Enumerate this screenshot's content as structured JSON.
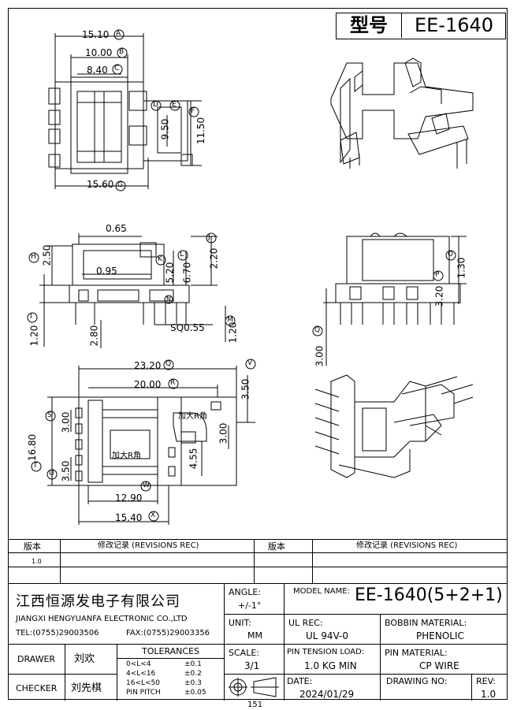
{
  "title_block": {
    "type_label": "型号",
    "model": "EE-1640"
  },
  "top_view": {
    "dims": [
      "15.10",
      "10.00",
      "8.40",
      "11.50",
      "15.60",
      "9.50"
    ],
    "markers": [
      "A",
      "B",
      "C",
      "D",
      "E",
      "F",
      "G"
    ]
  },
  "side_view": {
    "dims": [
      "0.65",
      "2.50",
      "2.20",
      "5.20",
      "6.70",
      "0.95",
      "2.80",
      "1.20",
      "1.20",
      "SQ0.55"
    ],
    "markers": [
      "H",
      "I",
      "J",
      "K",
      "L",
      "M",
      "N"
    ]
  },
  "end_view": {
    "dims": [
      "1.30",
      "3.20",
      "3.00"
    ],
    "markers": [
      "O",
      "P",
      "Q"
    ]
  },
  "bottom_view": {
    "dims": [
      "23.20",
      "20.00",
      "3.50",
      "3.00",
      "16.80",
      "3.50",
      "4.55",
      "3.00",
      "12.90",
      "15.40"
    ],
    "markers": [
      "Q",
      "R",
      "V",
      "S",
      "T",
      "U",
      "W",
      "X"
    ],
    "notes": [
      "加大R角",
      "加大R角"
    ]
  },
  "revisions": {
    "col_ver": "版本",
    "col_rec": "修改记录 (REVISIONS REC)",
    "row1_ver": "1.0"
  },
  "company": {
    "name_cn": "江西恒源发电子有限公司",
    "name_en": "JIANGXI HENGYUANFA ELECTRONIC CO.,LTD",
    "tel": "TEL:(0755)29003506",
    "fax": "FAX:(0755)29003356"
  },
  "fields": {
    "angle_label": "ANGLE:",
    "angle_value": "+/-1°",
    "model_label": "MODEL NAME:",
    "model_value": "EE-1640(5+2+1)",
    "unit_label": "UNIT:",
    "unit_value": "MM",
    "ul_label": "UL REC:",
    "ul_value": "UL 94V-0",
    "bobbin_label": "BOBBIN MATERIAL:",
    "bobbin_value": "PHENOLIC",
    "scale_label": "SCALE:",
    "scale_value": "3/1",
    "pin_tension_label": "PIN TENSION LOAD:",
    "pin_tension_value": "1.0 KG MIN",
    "pin_material_label": "PIN MATERIAL:",
    "pin_material_value": "CP WIRE",
    "date_label": "DATE:",
    "date_value": "2024/01/29",
    "drawing_no_label": "DRAWING NO:",
    "rev_label": "REV:",
    "rev_value": "1.0",
    "drawer_label": "DRAWER",
    "drawer_value": "刘欢",
    "checker_label": "CHECKER",
    "checker_value": "刘先棋",
    "tol_title": "TOLERANCES",
    "tol_rows": [
      {
        "range": "0<L<4",
        "value": "±0.1"
      },
      {
        "range": "4<L<16",
        "value": "±0.2"
      },
      {
        "range": "16<L<50",
        "value": "±0.3"
      },
      {
        "range": "PIN PITCH",
        "value": "±0.05"
      }
    ]
  },
  "page_number": "151"
}
